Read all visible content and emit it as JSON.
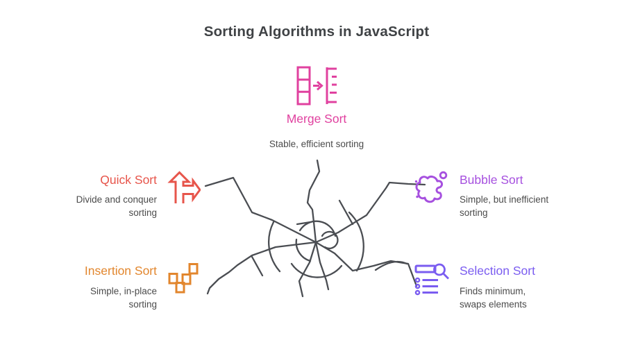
{
  "title": "Sorting Algorithms in JavaScript",
  "colors": {
    "background": "#ffffff",
    "title_text": "#3f4245",
    "description_text": "#4b4b4b",
    "scribble": "#4a4d52"
  },
  "nodes": {
    "merge": {
      "label": "Merge Sort",
      "desc": [
        "Stable, efficient sorting"
      ],
      "color": "#e0419f",
      "icon": "merge-columns-arrow-icon"
    },
    "quick": {
      "label": "Quick Sort",
      "desc": [
        "Divide and conquer",
        "sorting"
      ],
      "color": "#e7554b",
      "icon": "branching-arrow-icon"
    },
    "bubble": {
      "label": "Bubble Sort",
      "desc": [
        "Simple, but inefficient",
        "sorting"
      ],
      "color": "#a650df",
      "icon": "bubble-splat-icon"
    },
    "insertion": {
      "label": "Insertion Sort",
      "desc": [
        "Simple, in-place",
        "sorting"
      ],
      "color": "#e2862d",
      "icon": "scattered-squares-icon"
    },
    "selection": {
      "label": "Selection Sort",
      "desc": [
        "Finds minimum,",
        "swaps elements"
      ],
      "color": "#7a5cf0",
      "icon": "list-magnifier-icon"
    }
  }
}
